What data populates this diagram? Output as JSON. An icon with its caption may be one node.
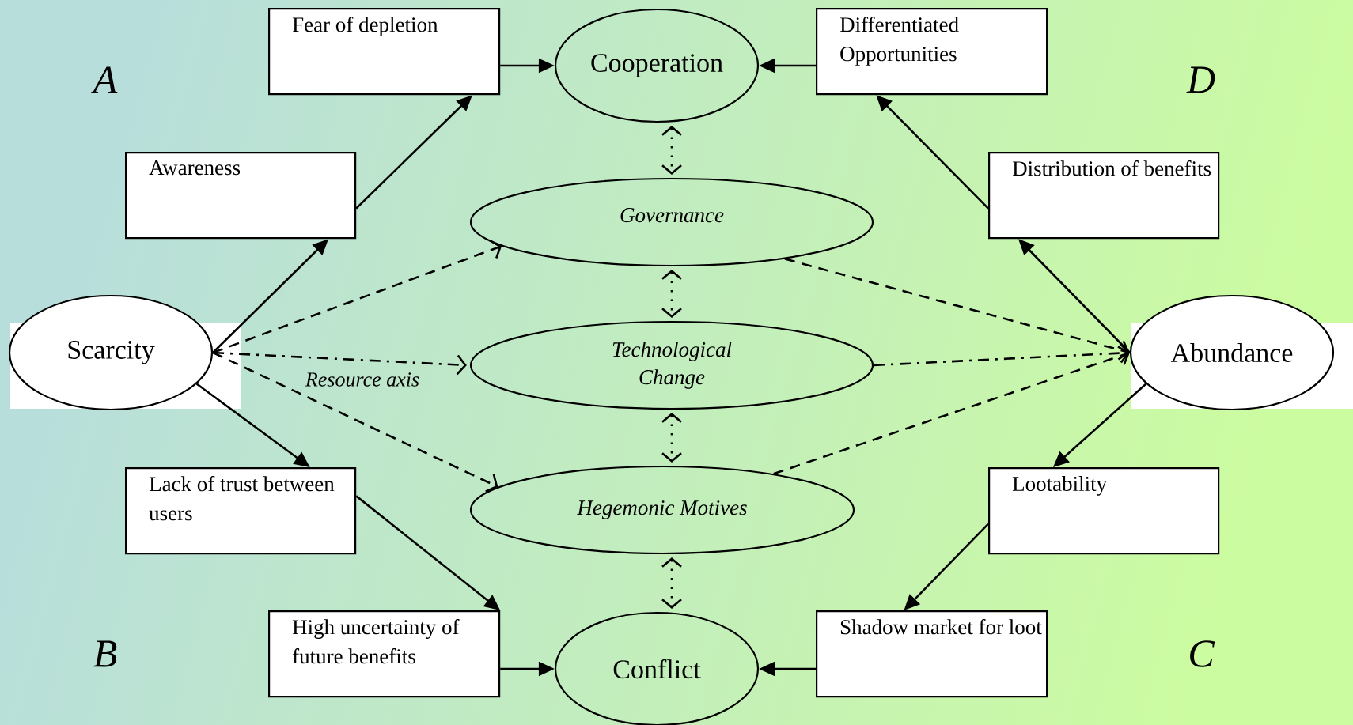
{
  "diagram": {
    "nodes": [
      {
        "text": [
          "Fear of depletion"
        ]
      },
      {
        "text": [
          "Cooperation"
        ]
      },
      {
        "text": [
          "Differentiated Opportunities"
        ]
      },
      {
        "text": [
          "Awareness"
        ]
      },
      {
        "text": [
          "Governance"
        ]
      },
      {
        "text": [
          "Distribution of benefits"
        ]
      },
      {
        "text": [
          "Scarcity"
        ]
      },
      {
        "text": [
          "Technological Change"
        ]
      },
      {
        "text": [
          "Abundance"
        ]
      },
      {
        "text": [
          "Lack of trust between users"
        ]
      },
      {
        "text": [
          "Hegemonic Motives"
        ]
      },
      {
        "text": [
          "Lootability"
        ]
      },
      {
        "text": [
          "High uncertainty of future benefits"
        ]
      },
      {
        "text": [
          "Conflict"
        ]
      },
      {
        "text": [
          "Shadow market for loot"
        ]
      }
    ],
    "edges": [
      {
        "from": 0,
        "to": 1,
        "arrow": "to"
      },
      {
        "from": 2,
        "to": 1,
        "arrow": "to"
      },
      {
        "from": 3,
        "to": 0,
        "arrow": "to"
      },
      {
        "from": 6,
        "to": 3,
        "arrow": "to"
      },
      {
        "from": 5,
        "to": 2,
        "arrow": "to"
      },
      {
        "from": 8,
        "to": 5,
        "arrow": "to"
      },
      {
        "from": 6,
        "to": 9,
        "arrow": "to"
      },
      {
        "from": 9,
        "to": 12,
        "arrow": "to"
      },
      {
        "from": 12,
        "to": 13,
        "arrow": "to"
      },
      {
        "from": 8,
        "to": 11,
        "arrow": "to"
      },
      {
        "from": 11,
        "to": 14,
        "arrow": "to"
      },
      {
        "from": 14,
        "to": 13,
        "arrow": "to"
      },
      {
        "from": 6,
        "to": 4,
        "arrow": "to",
        "style": "dashed"
      },
      {
        "from": 6,
        "to": 7,
        "arrow": "to",
        "style": "dashed"
      },
      {
        "from": 6,
        "to": 10,
        "arrow": "to",
        "style": "dashed"
      },
      {
        "from": 4,
        "to": 8,
        "arrow": "to",
        "style": "dashed"
      },
      {
        "from": 7,
        "to": 8,
        "arrow": "to",
        "style": "dashed"
      },
      {
        "from": 10,
        "to": 8,
        "arrow": "to",
        "style": "dashed"
      },
      {
        "from": 1,
        "to": 4,
        "arrow": "both",
        "style": "dashed"
      },
      {
        "from": 4,
        "to": 7,
        "arrow": "both",
        "style": "dashed"
      },
      {
        "from": 7,
        "to": 10,
        "arrow": "both",
        "style": "dashed"
      },
      {
        "from": 10,
        "to": 13,
        "arrow": "both",
        "style": "dashed"
      }
    ],
    "labels": [
      "A",
      "D",
      "Resource axis",
      "B",
      "C"
    ]
  }
}
